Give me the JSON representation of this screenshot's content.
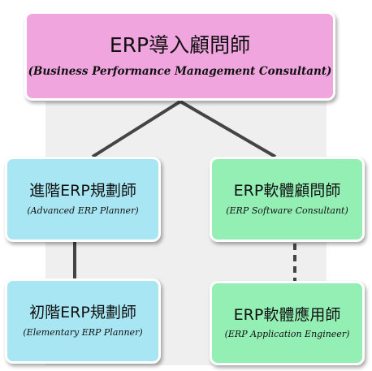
{
  "colors": {
    "top_fill": "#f0a5de",
    "left_fill": "#a8e6f3",
    "right_fill": "#94efb4",
    "connector": "#444444"
  },
  "nodes": {
    "top": {
      "title": "ERP導入顧問師",
      "subtitle": "(Business Performance Management Consultant)"
    },
    "advanced": {
      "title": "進階ERP規劃師",
      "subtitle": "(Advanced ERP Planner)"
    },
    "software": {
      "title": "ERP軟體顧問師",
      "subtitle": "(ERP Software Consultant)"
    },
    "elementary": {
      "title": "初階ERP規劃師",
      "subtitle": "(Elementary ERP Planner)"
    },
    "application": {
      "title": "ERP軟體應用師",
      "subtitle": "(ERP Application Engineer)"
    }
  }
}
